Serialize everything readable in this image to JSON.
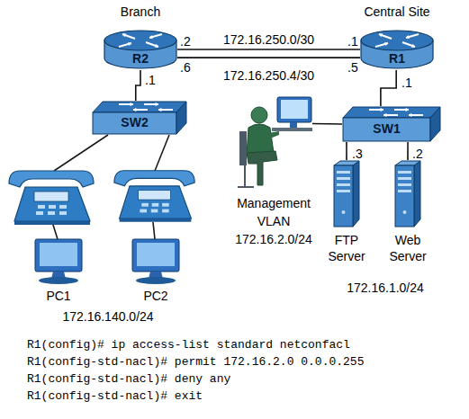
{
  "diagram": {
    "nodes": [
      {
        "text": [
          "Branch",
          "R2"
        ]
      },
      {
        "text": [
          "Central Site",
          "R1"
        ]
      },
      {
        "text": [
          "SW2"
        ]
      },
      {
        "text": [
          "SW1"
        ]
      },
      {
        "text": [
          "Management VLAN"
        ]
      },
      {
        "text": [
          "FTP Server"
        ]
      },
      {
        "text": [
          "Web Server"
        ]
      },
      {
        "text": [
          "PC1"
        ]
      },
      {
        "text": [
          "PC2"
        ]
      }
    ],
    "edges": [
      {
        "from": 0,
        "to": 1,
        "arrow": "none",
        "label": "172.16.250.0/30"
      },
      {
        "from": 0,
        "to": 1,
        "arrow": "none",
        "label": "172.16.250.4/30"
      },
      {
        "from": 0,
        "to": 2,
        "arrow": "none"
      },
      {
        "from": 1,
        "to": 3,
        "arrow": "none"
      },
      {
        "from": 3,
        "to": 4,
        "arrow": "none"
      },
      {
        "from": 3,
        "to": 5,
        "arrow": "none"
      },
      {
        "from": 3,
        "to": 6,
        "arrow": "none"
      }
    ],
    "labels": [
      ".2",
      ".6",
      ".1",
      ".5",
      ".1",
      ".1",
      "172.16.140.0/24",
      "172.16.2.0/24",
      ".3",
      ".2",
      "172.16.1.0/24",
      "R1(config)# ip access-list standard netconfacl",
      "R1(config-std-nacl)# permit 172.16.2.0 0.0.0.255",
      "R1(config-std-nacl)# deny any",
      "R1(config-std-nacl)# exit"
    ]
  }
}
